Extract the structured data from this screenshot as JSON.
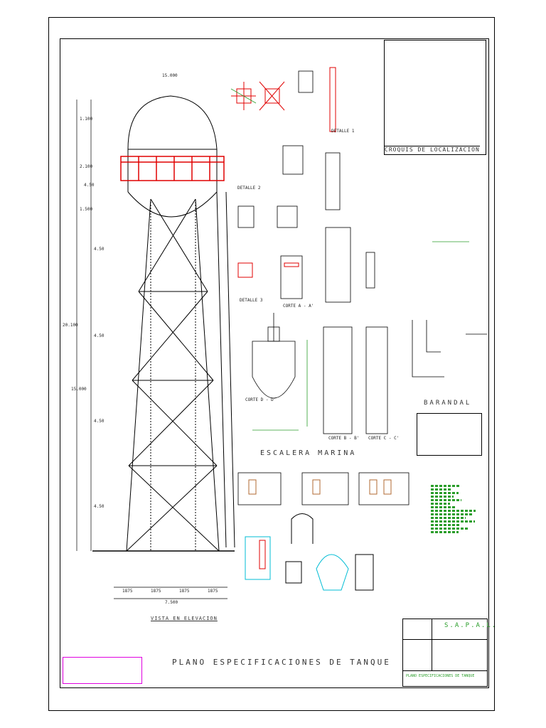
{
  "sheet": {
    "main_title": "PLANO ESPECIFICACIONES DE TANQUE",
    "escalera_title": "ESCALERA MARINA",
    "barandal_title": "BARANDAL",
    "elevation_label": "VISTA EN ELEVACION",
    "location_title": "CROQUIS DE LOCALIZACION"
  },
  "dimensions": {
    "tank_width": "15.000",
    "total_height": "20.100",
    "tower_height": "15.000",
    "bay": "4.50",
    "top_dim_1": "1.100",
    "top_dim_2": "2.100",
    "top_dim_3": "4.50",
    "top_dim_4": "1.500",
    "base_dims": [
      "1875",
      "1875",
      "1875",
      "1875"
    ],
    "base_total": "7.500"
  },
  "details": {
    "detalle_1": "DETALLE 1",
    "detalle_2": "DETALLE 2",
    "detalle_3": "DETALLE 3",
    "corte_a": "CORTE A - A'",
    "corte_b": "CORTE B - B'",
    "corte_c": "CORTE C - C'",
    "corte_d": "CORTE D - D'"
  },
  "title_block": {
    "company": "S.A.P.A.L.",
    "subtitle": "PLANO ESPECIFICACIONES DE TANQUE"
  },
  "colors": {
    "red": "#e00000",
    "green": "#2a9d2a",
    "cyan": "#00bcd4",
    "magenta": "#e000e0",
    "brown": "#b06a30"
  }
}
